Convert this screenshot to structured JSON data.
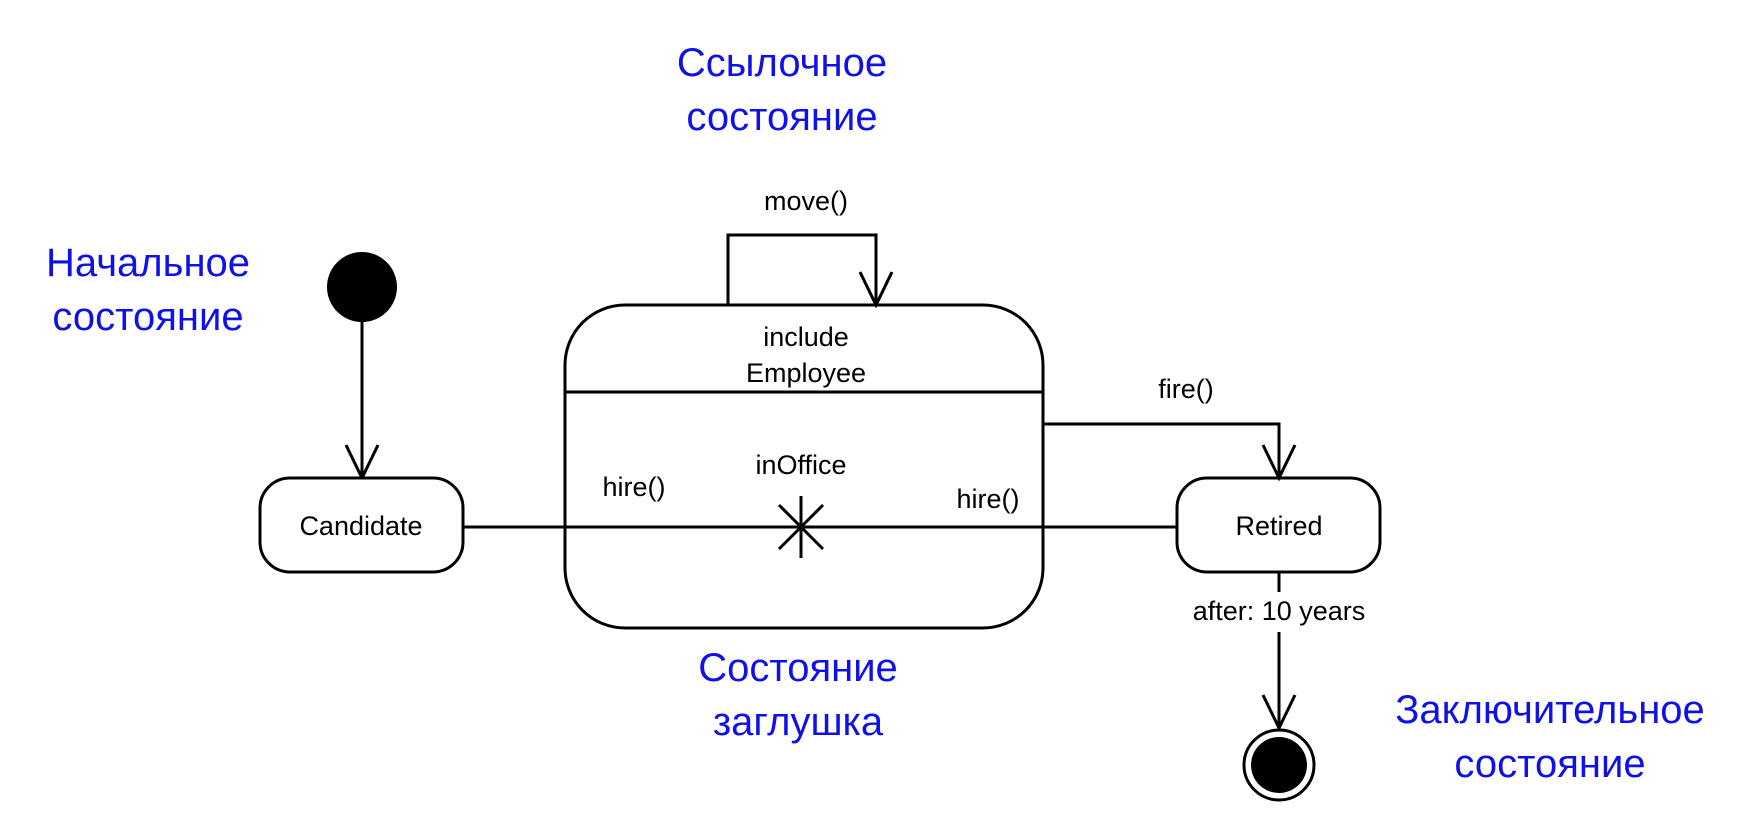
{
  "annotations": {
    "reference_state": [
      "Ссылочное",
      "состояние"
    ],
    "initial_state": [
      "Начальное",
      "состояние"
    ],
    "stub_state": [
      "Состояние",
      "заглушка"
    ],
    "final_state": [
      "Заключительное",
      "состояние"
    ]
  },
  "states": {
    "candidate": "Candidate",
    "retired": "Retired",
    "submachine": [
      "include",
      "Employee"
    ]
  },
  "transitions": {
    "move": "move()",
    "fire": "fire()",
    "hire_left": "hire()",
    "hire_right": "hire()",
    "after": "after: 10 years"
  },
  "stub": {
    "name": "inOffice"
  },
  "colors": {
    "annotation": "#1010e8",
    "line": "#000000"
  }
}
